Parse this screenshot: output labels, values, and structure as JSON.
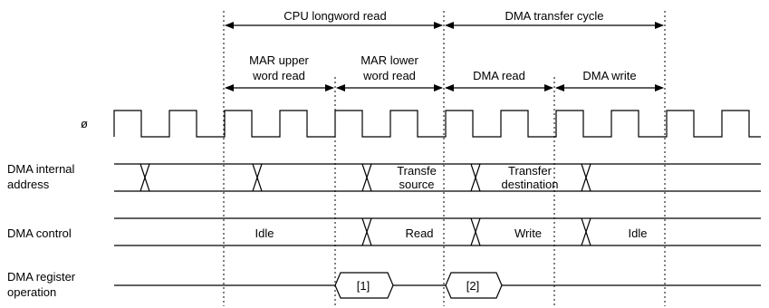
{
  "title": "DMA timing diagram",
  "top_labels": {
    "cpu_read": "CPU longword read",
    "dma_cycle": "DMA transfer cycle"
  },
  "phases": {
    "mar_upper": [
      "MAR upper",
      "word read"
    ],
    "mar_lower": [
      "MAR lower",
      "word read"
    ],
    "dma_read": "DMA read",
    "dma_write": "DMA write"
  },
  "rows": {
    "clock": "ø",
    "dma_address": [
      "DMA internal",
      "address"
    ],
    "dma_control": "DMA control",
    "dma_register": [
      "DMA register",
      "operation"
    ]
  },
  "address_values": {
    "source": [
      "Transfe",
      "source"
    ],
    "destination": [
      "Transfer",
      "destination"
    ]
  },
  "control_values": {
    "idle_1": "Idle",
    "read": "Read",
    "write": "Write",
    "idle_2": "Idle"
  },
  "register_values": {
    "op1": "[1]",
    "op2": "[2]"
  }
}
